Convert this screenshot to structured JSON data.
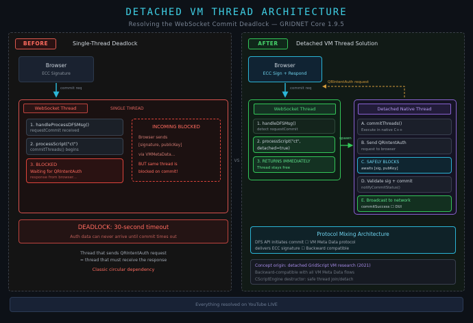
{
  "title": "DETACHED VM THREAD ARCHITECTURE",
  "subtitle": "Resolving the WebSocket Commit Deadlock — GRIDNET Core 1.9.5",
  "vs_label": "VS",
  "colors": {
    "accent": "#3fd0e6",
    "before": "#e0453c",
    "after": "#34c759",
    "native": "#8a63d2"
  },
  "before": {
    "tag": "BEFORE",
    "heading": "Single-Thread Deadlock",
    "browser": {
      "title": "Browser",
      "sub": "ECC Signature"
    },
    "arrow_label": "commit req",
    "ws_thread": "WebSocket Thread",
    "single_label": "SINGLE THREAD",
    "steps": [
      {
        "title": "1. handleProcessDFSMsg()",
        "sub": "requestCommit received"
      },
      {
        "title": "2. processScript(\"ct\")",
        "sub": "commitThreads() begins"
      },
      {
        "title": "3. BLOCKED",
        "sub1": "Waiting for QRIntentAuth",
        "sub2": "response from browser..."
      }
    ],
    "incoming": {
      "title": "INCOMING BLOCKED",
      "lines": [
        "Browser sends",
        "[signature, publicKey]",
        "via VMMetaData...",
        "BUT same thread is",
        "blocked on commit!"
      ]
    },
    "deadlock": {
      "title": "DEADLOCK: 30-second timeout",
      "sub": "Auth data can never arrive until commit times out"
    },
    "explain": [
      "Thread that sends QRIntentAuth request",
      "= thread that must receive the response"
    ],
    "explain_emph": "Classic circular dependency"
  },
  "after": {
    "tag": "AFTER",
    "heading": "Detached VM Thread Solution",
    "browser": {
      "title": "Browser",
      "sub": "ECC Sign + Respond"
    },
    "arrow_label": "commit req",
    "auth_label": "QRIntentAuth request",
    "spawn_label": "spawn",
    "ws_thread": "WebSocket Thread",
    "steps": [
      {
        "title": "1. handleDFSMsg()",
        "sub": "detect requestCommit"
      },
      {
        "title": "2. processScript(\"ct\",",
        "sub": "detached=true)"
      },
      {
        "title": "3. RETURNS IMMEDIATELY",
        "sub": "Thread stays free"
      }
    ],
    "native_thread": "Detached Native Thread",
    "native_steps": [
      {
        "title": "A. commitThreads()",
        "sub": "Execute in native C++"
      },
      {
        "title": "B. Send QRIntentAuth",
        "sub": "request to browser"
      },
      {
        "title": "C. SAFELY BLOCKS",
        "sub": "awaits [sig, pubKey]"
      },
      {
        "title": "D. Validate sig + commit",
        "sub": "notifyCommitStatus()"
      },
      {
        "title": "E. Broadcast to network",
        "sub": "commitSuccess ☐ DUI"
      }
    ],
    "protocol": {
      "title": "Protocol Mixing Architecture",
      "lines": [
        "DFS API initiates commit ☐ VM Meta Data protocol",
        "delivers ECC signature ☐ Backward compatible"
      ]
    },
    "origin": {
      "title": "Concept origin: detached GridScript VM research (2021)",
      "lines": [
        "Backward-compatible with all VM Meta Data flows",
        "CScriptEngine destructor: safe thread join/detach"
      ]
    }
  },
  "footer": "Everything resolved on YouTube LIVE"
}
